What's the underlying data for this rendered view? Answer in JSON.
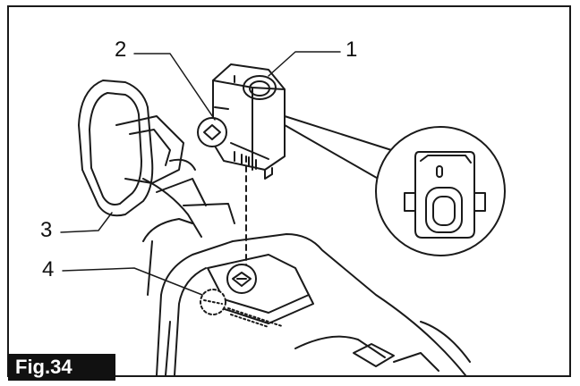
{
  "figure": {
    "label": "Fig.34",
    "callouts": [
      "1",
      "2",
      "3",
      "4"
    ]
  },
  "colors": {
    "line": "#1a1a1a",
    "fill": "#ffffff",
    "shade": "#d9d9d9",
    "label_bg": "#111111",
    "label_text": "#ffffff"
  }
}
